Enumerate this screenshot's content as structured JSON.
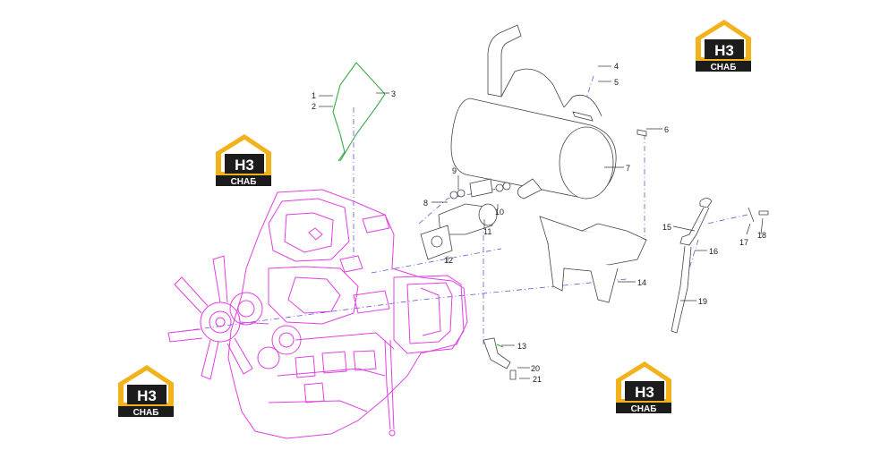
{
  "logos": [
    {
      "top_text": "H3",
      "bottom_text": "СНАБ"
    },
    {
      "top_text": "H3",
      "bottom_text": "СНАБ"
    },
    {
      "top_text": "H3",
      "bottom_text": "СНАБ"
    },
    {
      "top_text": "H3",
      "bottom_text": "СНАБ"
    }
  ],
  "callouts": [
    "1",
    "2",
    "3",
    "4",
    "5",
    "6",
    "7",
    "8",
    "9",
    "10",
    "11",
    "12",
    "13",
    "14",
    "15",
    "16",
    "17",
    "18",
    "19",
    "20",
    "21"
  ],
  "colors": {
    "engine": "#e040e0",
    "bracket": "#3aa84a",
    "centerline": "#5b5bd6",
    "logo_gold": "#f2b21c",
    "logo_dark": "#1c1c1c"
  }
}
